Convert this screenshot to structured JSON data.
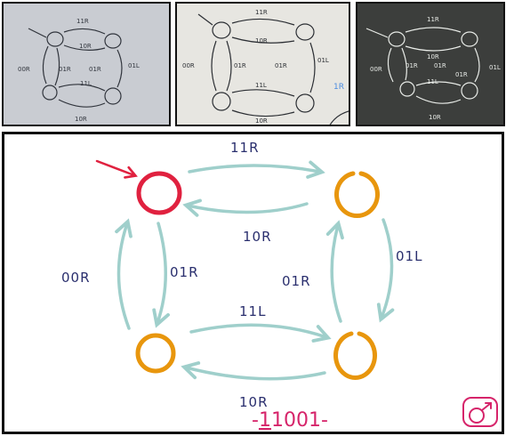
{
  "colors": {
    "state_start": "#e0213f",
    "state": "#e8960d",
    "arrow_main": "#9fcfcb",
    "label_ink": "#2a2f6e",
    "tape_ink": "#d6246a",
    "sketch_ink_dark": "#30343c",
    "sketch_ink_light": "#e9ece8"
  },
  "diagram": {
    "top_forward": "11R",
    "top_back": "10R",
    "right_down": "01L",
    "left_up": "00R",
    "left_down": "01R",
    "right_up": "01R",
    "bottom_forward": "11L",
    "bottom_back": "10R"
  },
  "tape": {
    "prefix": "-",
    "head": "1",
    "rest": "1001",
    "suffix": "-"
  },
  "sketch1": {
    "top": "11R",
    "top_back": "10R",
    "left_outer": "00R",
    "left_inner": "01R",
    "center": "01R",
    "right": "01L",
    "bottom": "11L",
    "bottom_back": "10R"
  },
  "sketch2": {
    "top": "11R",
    "top_back": "10R",
    "left_outer": "00R",
    "left_inner": "01R",
    "center": "01R",
    "right": "01L",
    "bottom": "11L",
    "bottom_back": "10R",
    "corner_note": "1R"
  },
  "sketch3": {
    "top": "11R",
    "top_back": "10R",
    "left_outer": "00R",
    "left_inner": "01R",
    "center": "01R",
    "center2": "01R",
    "right": "01L",
    "bottom": "11L",
    "bottom_back": "10R"
  },
  "icons": {
    "logo": "male-symbol-logo"
  }
}
